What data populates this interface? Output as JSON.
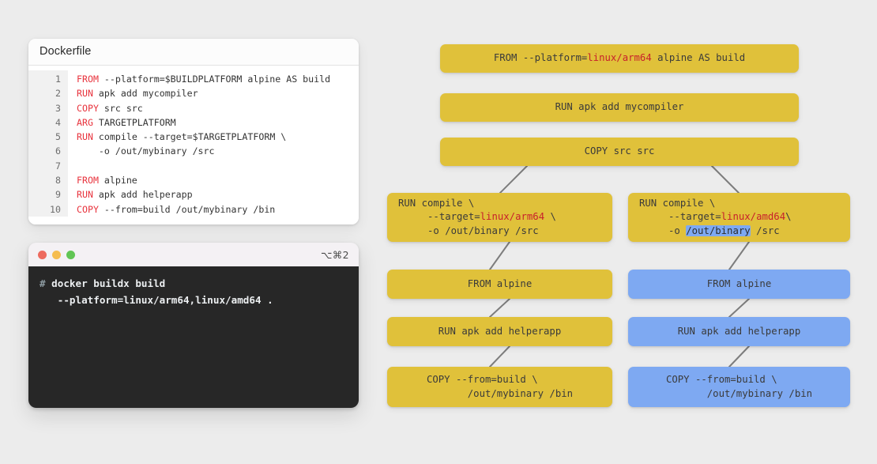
{
  "dockerfile_panel": {
    "title": "Dockerfile",
    "lines": [
      {
        "n": "1",
        "kw": "FROM",
        "rest": " --platform=$BUILDPLATFORM alpine AS build"
      },
      {
        "n": "2",
        "kw": "RUN",
        "rest": " apk add mycompiler"
      },
      {
        "n": "3",
        "kw": "COPY",
        "rest": " src src"
      },
      {
        "n": "4",
        "kw": "ARG",
        "rest": " TARGETPLATFORM"
      },
      {
        "n": "5",
        "kw": "RUN",
        "rest": " compile --target=$TARGETPLATFORM \\"
      },
      {
        "n": "6",
        "kw": "",
        "rest": "    -o /out/mybinary /src"
      },
      {
        "n": "7",
        "kw": "",
        "rest": ""
      },
      {
        "n": "8",
        "kw": "FROM",
        "rest": " alpine"
      },
      {
        "n": "9",
        "kw": "RUN",
        "rest": " apk add helperapp"
      },
      {
        "n": "10",
        "kw": "COPY",
        "rest": " --from=build /out/mybinary /bin"
      }
    ]
  },
  "terminal": {
    "shortcut": "⌥⌘2",
    "prompt": "#",
    "command_line_1": " docker buildx build",
    "command_line_2": "   --platform=linux/arm64,linux/amd64 ."
  },
  "graph": {
    "nodes": {
      "from_platform": {
        "pre": "FROM --platform=",
        "red": "linux/arm64",
        "post": " alpine AS build"
      },
      "run_mycompiler": {
        "text": "RUN apk add mycompiler"
      },
      "copy_src": {
        "text": "COPY src src"
      },
      "run_compile_arm": {
        "l1": "RUN compile \\",
        "l2_pre": "     --target=",
        "l2_red": "linux/arm64",
        "l2_post": " \\",
        "l3": "     -o /out/binary /src"
      },
      "run_compile_amd": {
        "l1": "RUN compile \\",
        "l2_pre": "     --target=",
        "l2_red": "linux/amd64",
        "l2_post": "\\",
        "l3_pre": "     -o ",
        "l3_hl": "/out/binary",
        "l3_post": " /src"
      },
      "from_alpine_left": {
        "text": "FROM alpine"
      },
      "from_alpine_right": {
        "text": "FROM alpine"
      },
      "run_helperapp_left": {
        "text": "RUN apk add helperapp"
      },
      "run_helperapp_right": {
        "text": "RUN apk add helperapp"
      },
      "copy_from_build_left": {
        "l1": "COPY --from=build \\",
        "l2": "       /out/mybinary /bin"
      },
      "copy_from_build_right": {
        "l1": "COPY --from=build \\",
        "l2": "       /out/mybinary /bin"
      }
    }
  },
  "colors": {
    "background": "#ececec",
    "node_yellow": "#e0c13a",
    "node_blue": "#7ea9f2",
    "keyword_red": "#e8333d",
    "node_red": "#c8202b",
    "terminal_bg": "#272727",
    "edge_grey": "#7d7d7d"
  }
}
